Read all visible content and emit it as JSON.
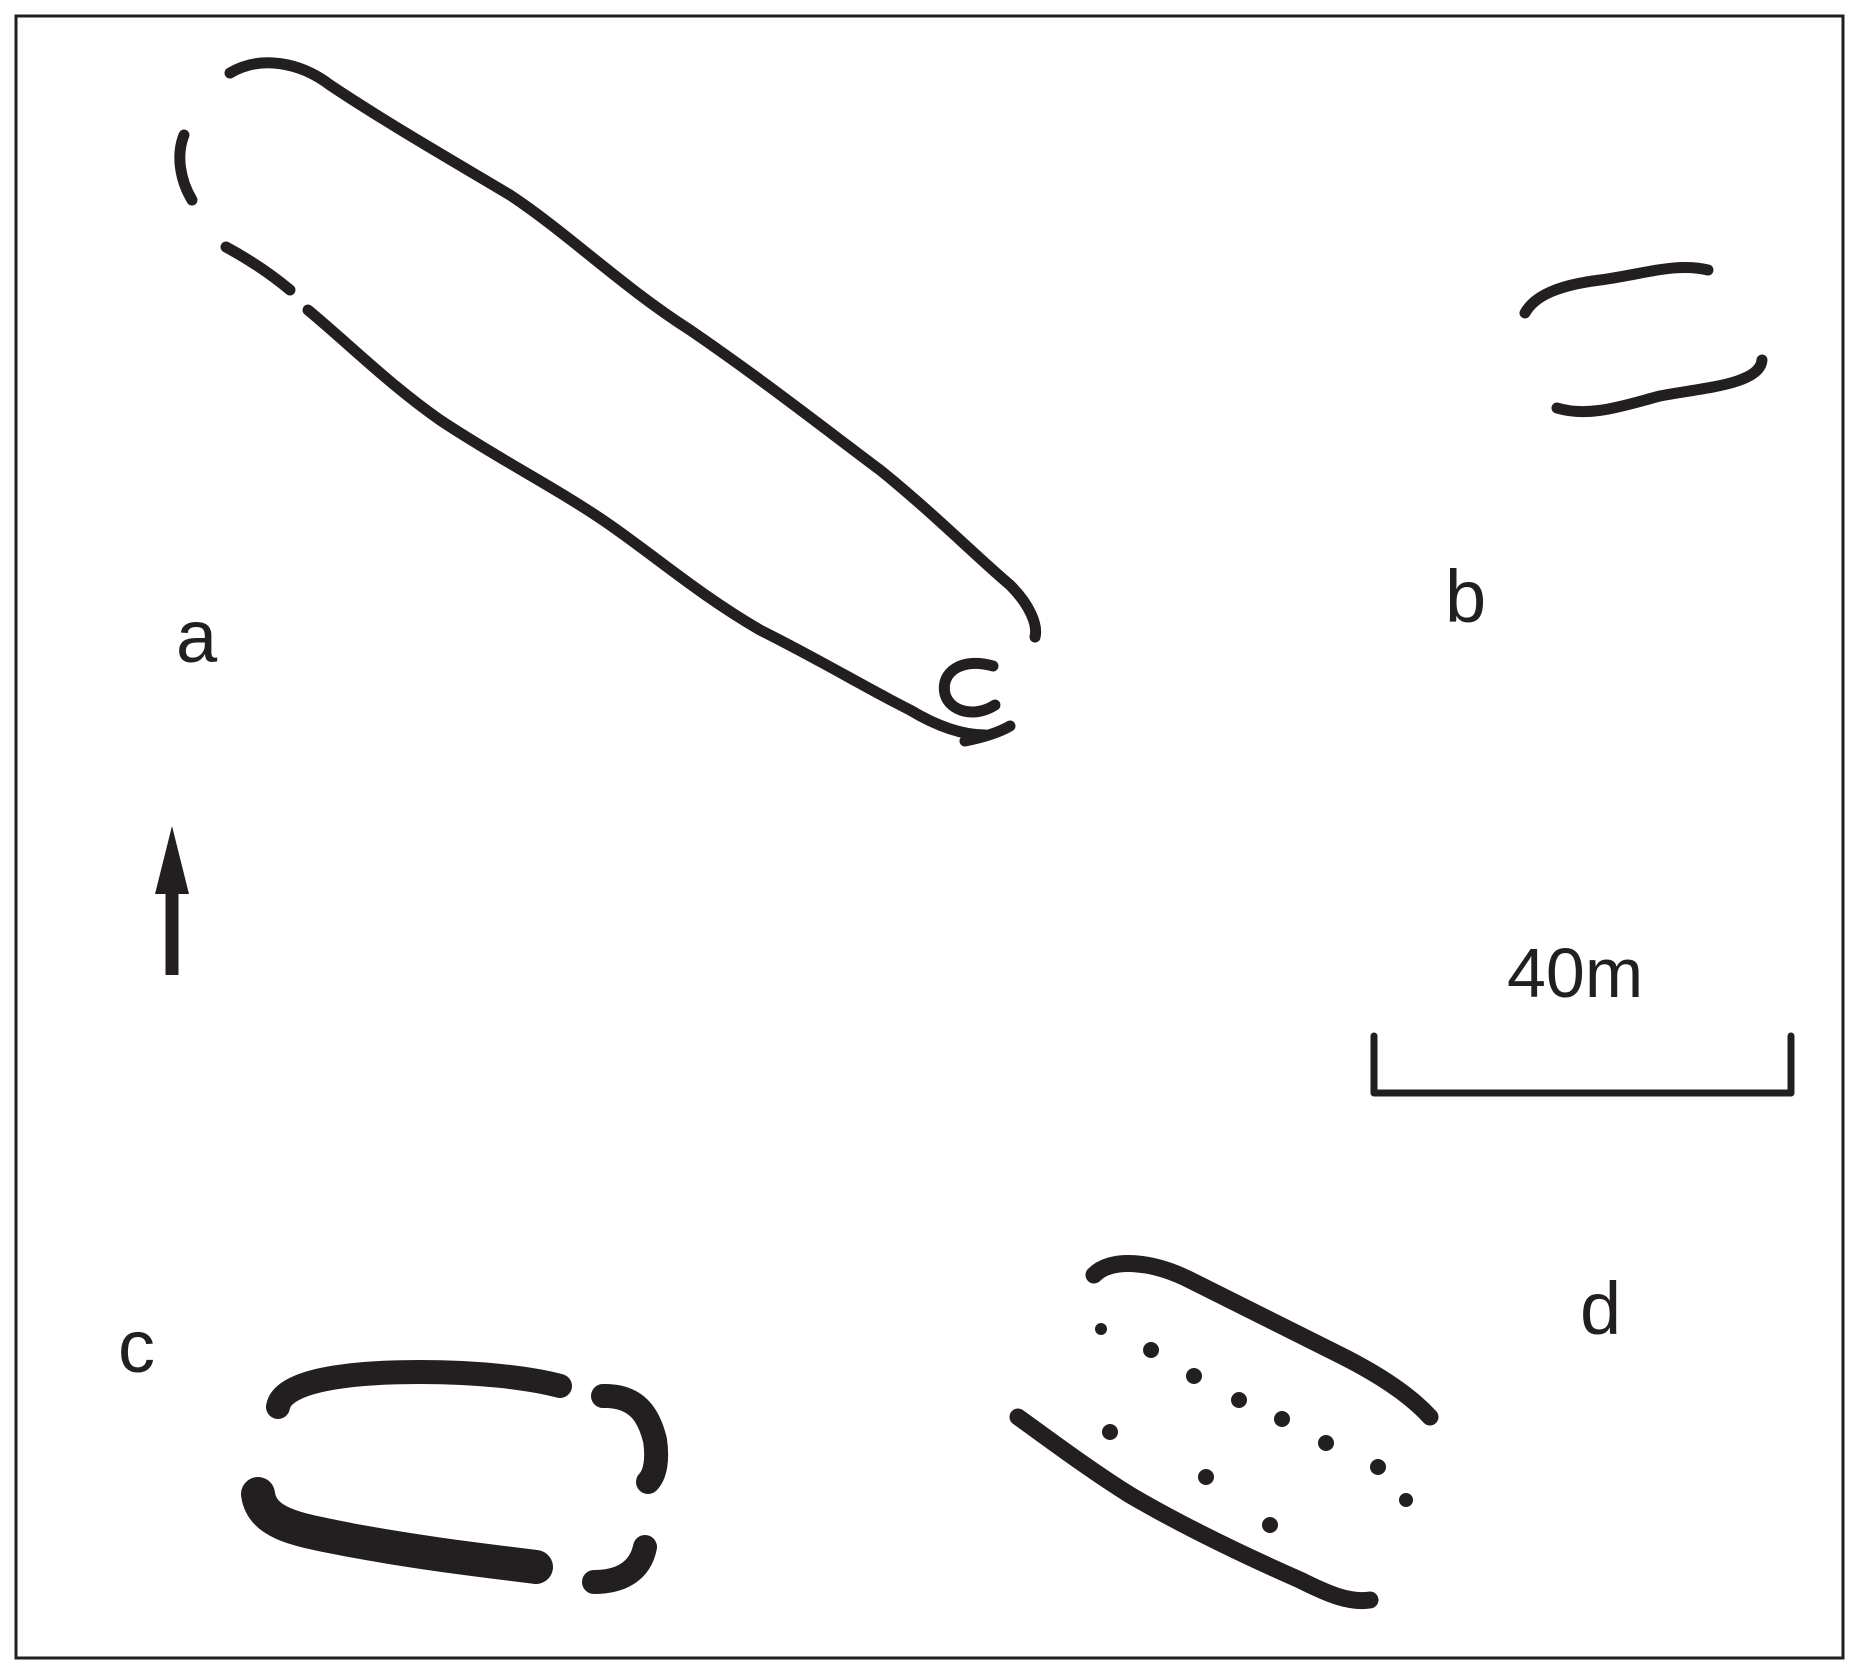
{
  "labels": {
    "a": "a",
    "b": "b",
    "c": "c",
    "d": "d",
    "c_small": "c"
  },
  "scale_bar": {
    "label": "40m"
  },
  "north_arrow": {
    "icon": "north-arrow-icon"
  },
  "colors": {
    "ink": "#231f20",
    "background": "#ffffff",
    "frame": "#231f20"
  }
}
